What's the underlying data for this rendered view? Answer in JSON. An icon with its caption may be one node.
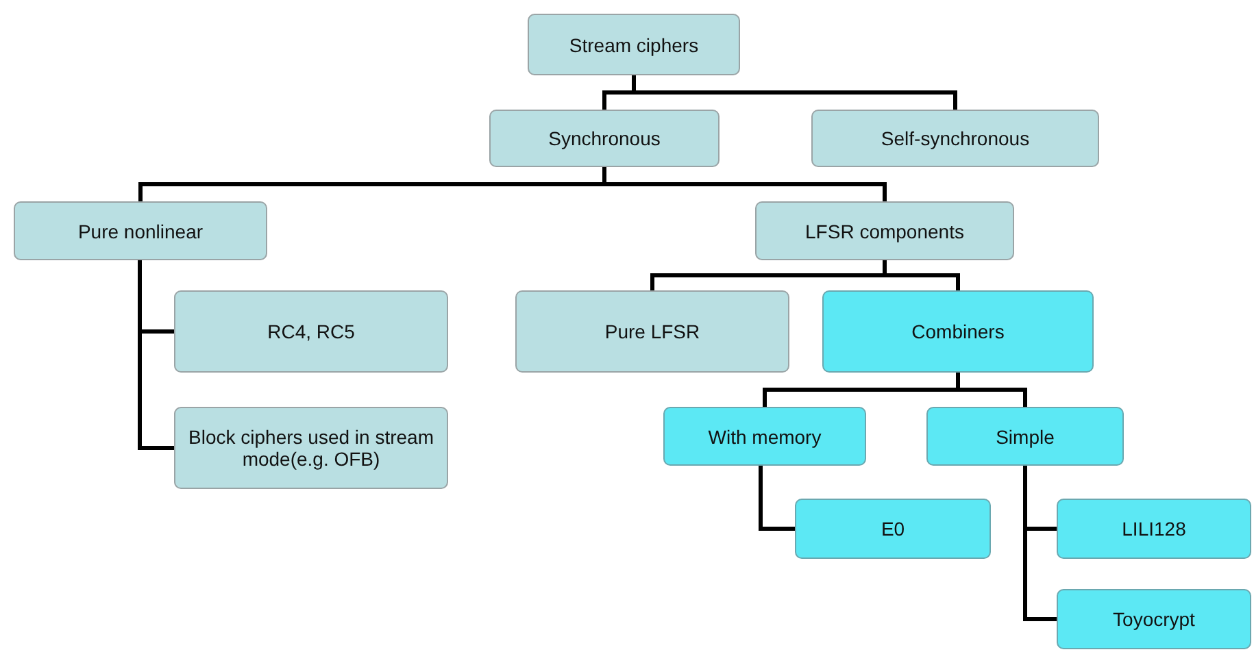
{
  "diagram": {
    "nodes": [
      {
        "text": [
          "Stream ciphers"
        ]
      },
      {
        "text": [
          "Synchronous"
        ]
      },
      {
        "text": [
          "Self-synchronous"
        ]
      },
      {
        "text": [
          "Pure nonlinear"
        ]
      },
      {
        "text": [
          "LFSR components"
        ]
      },
      {
        "text": [
          "RC4, RC5"
        ]
      },
      {
        "text": [
          "Block ciphers used in stream mode(e.g. OFB)"
        ]
      },
      {
        "text": [
          "Pure LFSR"
        ]
      },
      {
        "text": [
          "Combiners"
        ]
      },
      {
        "text": [
          "With memory"
        ]
      },
      {
        "text": [
          "Simple"
        ]
      },
      {
        "text": [
          "E0"
        ]
      },
      {
        "text": [
          "LILI128"
        ]
      },
      {
        "text": [
          "Toyocrypt"
        ]
      }
    ],
    "edges": [
      {
        "from": 0,
        "to": 1,
        "arrow": "none"
      },
      {
        "from": 0,
        "to": 2,
        "arrow": "none"
      },
      {
        "from": 1,
        "to": 3,
        "arrow": "none"
      },
      {
        "from": 1,
        "to": 4,
        "arrow": "none"
      },
      {
        "from": 3,
        "to": 5,
        "arrow": "none"
      },
      {
        "from": 3,
        "to": 6,
        "arrow": "none"
      },
      {
        "from": 4,
        "to": 7,
        "arrow": "none"
      },
      {
        "from": 4,
        "to": 8,
        "arrow": "none"
      },
      {
        "from": 8,
        "to": 9,
        "arrow": "none"
      },
      {
        "from": 8,
        "to": 10,
        "arrow": "none"
      },
      {
        "from": 9,
        "to": 11,
        "arrow": "none"
      },
      {
        "from": 10,
        "to": 12,
        "arrow": "none"
      },
      {
        "from": 10,
        "to": 13,
        "arrow": "none"
      }
    ]
  }
}
